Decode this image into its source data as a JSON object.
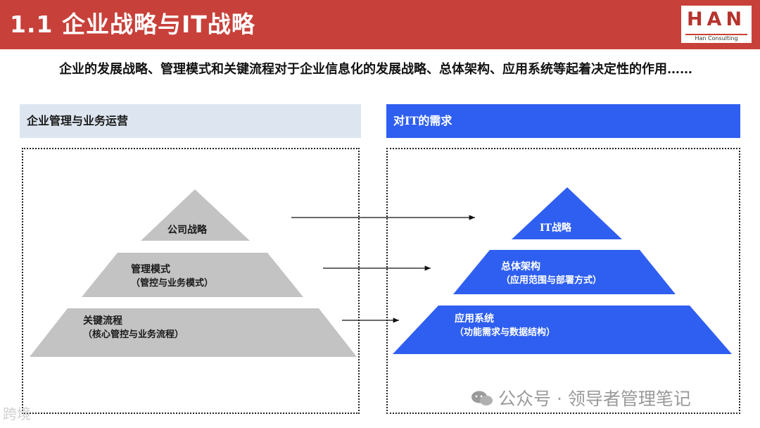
{
  "title": "1.1 企业战略与IT战略",
  "logo": {
    "word": "HAN",
    "sub": "Han Consulting"
  },
  "intro": "企业的发展战略、管理模式和关键流程对于企业信息化的发展战略、总体架构、应用系统等起着决定性的作用……",
  "left_panel": {
    "header": "企业管理与业务运营",
    "tiers": [
      {
        "label": "公司战略",
        "sub": ""
      },
      {
        "label": "管理模式",
        "sub": "（管控与业务模式）"
      },
      {
        "label": "关键流程",
        "sub": "（核心管控与业务流程）"
      }
    ]
  },
  "right_panel": {
    "header": "对IT的需求",
    "tiers": [
      {
        "label": "IT战略",
        "sub": ""
      },
      {
        "label": "总体架构",
        "sub": "（应用范围与部署方式）"
      },
      {
        "label": "应用系统",
        "sub": "（功能需求与数据结构）"
      }
    ]
  },
  "colors": {
    "title_bar": "#c8403a",
    "left_pyramid": "#c3c3c3",
    "right_pyramid": "#2f5ff0",
    "left_header": "#dde6f0",
    "right_header": "#2f5ff0"
  },
  "watermark": "公众号 · 领导者管理笔记",
  "corner_mark": "跨境"
}
